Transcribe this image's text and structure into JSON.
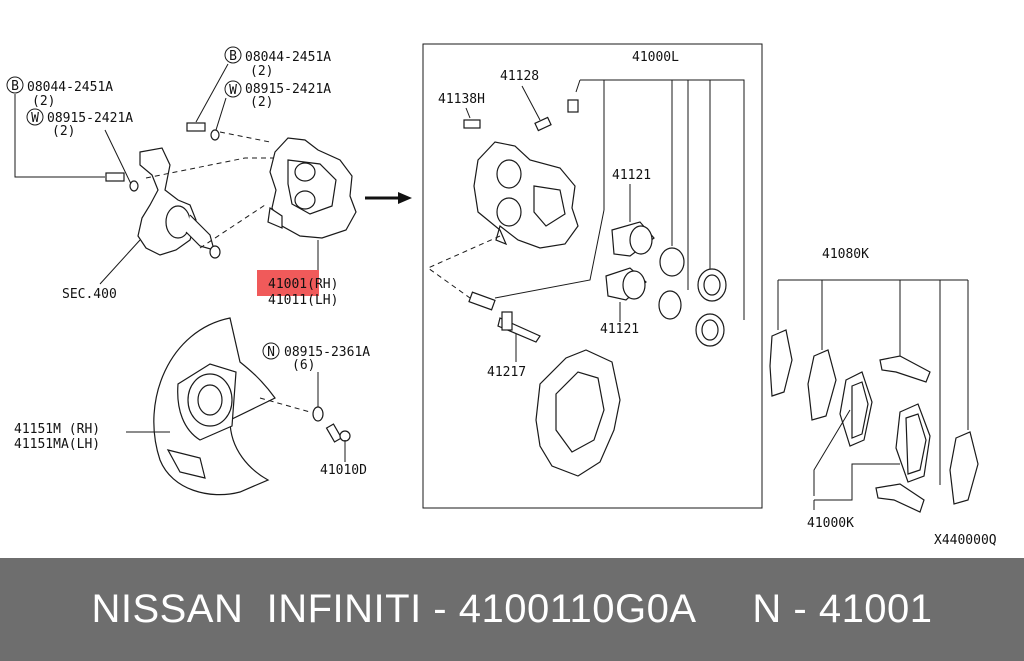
{
  "diagram": {
    "labels": {
      "b1_code": "08044-2451A",
      "b1_qty": "(2)",
      "w1_code": "08915-2421A",
      "w1_qty": "(2)",
      "b2_code": "08044-2451A",
      "b2_qty": "(2)",
      "w2_code": "08915-2421A",
      "w2_qty": "(2)",
      "sec": "SEC.400",
      "p41001": "41001(RH)",
      "p41011": "41011(LH)",
      "n_code": "08915-2361A",
      "n_qty": "(6)",
      "p41151m": "41151M (RH)",
      "p41151ma": "41151MA(LH)",
      "p41010d": "41010D",
      "p41000l": "41000L",
      "p41128": "41128",
      "p41138h": "41138H",
      "p41121a": "41121",
      "p41121b": "41121",
      "p41217": "41217",
      "p41080k": "41080K",
      "p41000k": "41000K",
      "ref": "X440000Q"
    },
    "badges": {
      "b": "B",
      "w": "W",
      "n": "N"
    },
    "highlight_color": "#f05a5a"
  },
  "footer": {
    "text": "NISSAN  INFINITI - 4100110G0A     N - 41001"
  }
}
